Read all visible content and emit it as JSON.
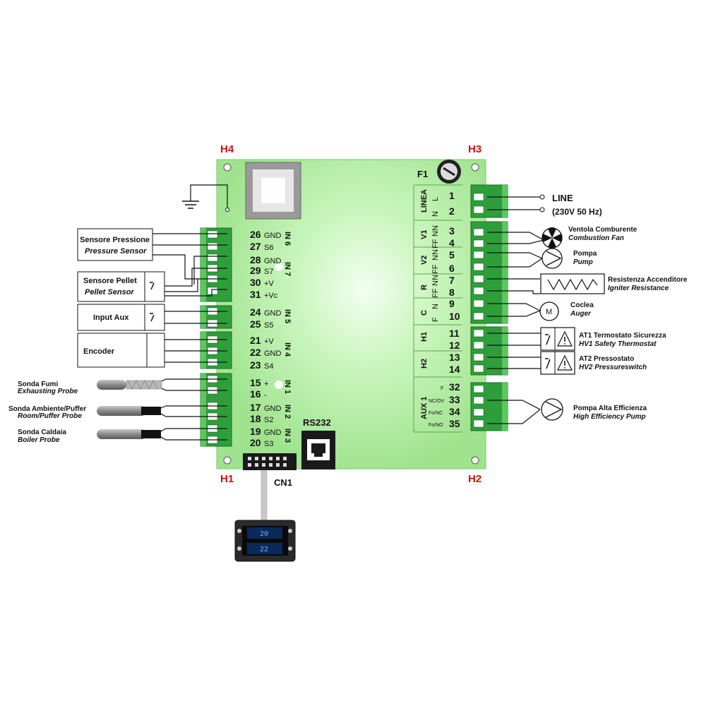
{
  "corners": {
    "h4": "H4",
    "h3": "H3",
    "h1": "H1",
    "h2": "H2"
  },
  "fuse_label": "F1",
  "rs232_label": "RS232",
  "cn1_label": "CN1",
  "left_pins": [
    {
      "num": "26",
      "label": "GND"
    },
    {
      "num": "27",
      "label": "S6"
    },
    {
      "num": "28",
      "label": "GND"
    },
    {
      "num": "29",
      "label": "S7"
    },
    {
      "num": "30",
      "label": "+V"
    },
    {
      "num": "31",
      "label": "+Vc"
    },
    {
      "num": "24",
      "label": "GND"
    },
    {
      "num": "25",
      "label": "S5"
    },
    {
      "num": "21",
      "label": "+V"
    },
    {
      "num": "22",
      "label": "GND"
    },
    {
      "num": "23",
      "label": "S4"
    },
    {
      "num": "15",
      "label": "+"
    },
    {
      "num": "16",
      "label": "-"
    },
    {
      "num": "17",
      "label": "GND"
    },
    {
      "num": "18",
      "label": "S2"
    },
    {
      "num": "19",
      "label": "GND"
    },
    {
      "num": "20",
      "label": "S3"
    }
  ],
  "left_groups": [
    "IN 6",
    "IN 7",
    "IN 5",
    "IN 4",
    "IN 1",
    "IN 2",
    "IN 3"
  ],
  "right_pins": [
    {
      "num": "1",
      "label": "L"
    },
    {
      "num": "2",
      "label": "N"
    },
    {
      "num": "3",
      "label": "NN"
    },
    {
      "num": "4",
      "label": "FF"
    },
    {
      "num": "5",
      "label": "NN"
    },
    {
      "num": "6",
      "label": "FF"
    },
    {
      "num": "7",
      "label": "NN"
    },
    {
      "num": "8",
      "label": "FF"
    },
    {
      "num": "9",
      "label": "N"
    },
    {
      "num": "10",
      "label": "F"
    },
    {
      "num": "11",
      "label": ""
    },
    {
      "num": "12",
      "label": ""
    },
    {
      "num": "13",
      "label": ""
    },
    {
      "num": "14",
      "label": ""
    },
    {
      "num": "32",
      "label": "F"
    },
    {
      "num": "33",
      "label": "NC/OV"
    },
    {
      "num": "34",
      "label": "Fo/NC"
    },
    {
      "num": "35",
      "label": "Fo/NO"
    }
  ],
  "right_groups": [
    "LINEA",
    "V1",
    "V2",
    "R",
    "C",
    "H1",
    "H2",
    "AUX 1"
  ],
  "left_devices": {
    "pressure_it": "Sensore Pressione",
    "pressure_en": "Pressure Sensor",
    "pellet_it": "Sensore Pellet",
    "pellet_en": "Pellet Sensor",
    "input_aux": "Input Aux",
    "encoder": "Encoder",
    "fumi_it": "Sonda Fumi",
    "fumi_en": "Exhausting Probe",
    "ambiente_it": "Sonda Ambiente/Puffer",
    "ambiente_en": "Room/Puffer Probe",
    "caldaia_it": "Sonda Caldaia",
    "caldaia_en": "Boiler Probe"
  },
  "right_devices": {
    "line": "LINE",
    "line_spec": "(230V 50 Hz)",
    "fan_it": "Ventola Comburente",
    "fan_en": "Combustion Fan",
    "pump_it": "Pompa",
    "pump_en": "Pump",
    "igniter_it": "Resistenza Accenditore",
    "igniter_en": "Igniter Resistance",
    "auger_it": "Coclea",
    "auger_en": "Auger",
    "motor_symbol": "M",
    "at1_it": "AT1 Termostato Sicurezza",
    "at1_en": "HV1 Safety Thermostat",
    "at2_it": "AT2 Pressostato",
    "at2_en": "HV2 Pressureswitch",
    "hep_it": "Pompa Alta Efficienza",
    "hep_en": "High Efficiency Pump"
  },
  "display": {
    "line1": "20",
    "line2": "22"
  },
  "colors": {
    "board": "#b4f0a6",
    "terminal": "#2e9e3a",
    "corner_label": "#d01010"
  }
}
